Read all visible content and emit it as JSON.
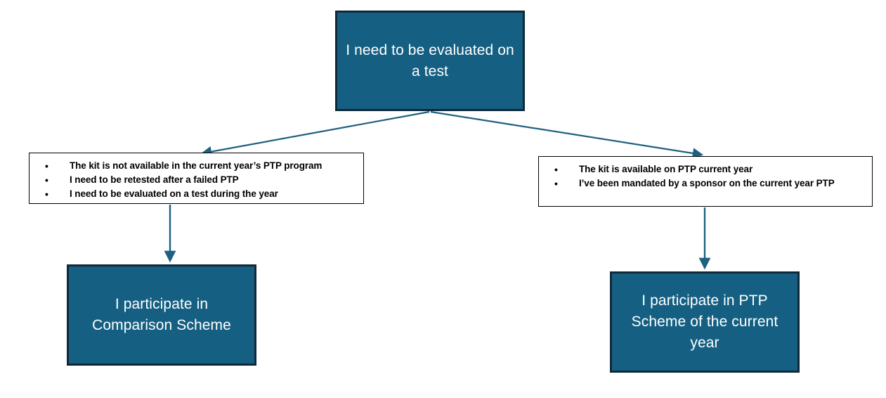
{
  "diagram": {
    "title": "PTP participation decision flow",
    "colors": {
      "node_fill": "#156082",
      "node_border": "#10293a",
      "node_text": "#ffffff",
      "list_border": "#000000",
      "list_text": "#000000",
      "arrow": "#1f6080",
      "background": "#ffffff"
    },
    "nodes": {
      "root": {
        "label": "I need to be evaluated on a test"
      },
      "left_conditions": {
        "bullet_glyph": "•",
        "items": [
          "The kit is not available in the current year’s PTP program",
          "I need to be retested after a failed PTP",
          "I need to be evaluated on a test during the year"
        ]
      },
      "right_conditions": {
        "bullet_glyph": "•",
        "items": [
          "The kit is available on PTP current year",
          "I’ve been mandated by a sponsor on the current year PTP"
        ]
      },
      "left_outcome": {
        "label": "I participate in Comparison Scheme"
      },
      "right_outcome": {
        "label": "I participate in PTP Scheme of the current year"
      }
    },
    "edges": [
      {
        "name": "root-to-left-conditions",
        "from": "root",
        "to": "left_conditions",
        "style": "diagonal-arrow"
      },
      {
        "name": "root-to-right-conditions",
        "from": "root",
        "to": "right_conditions",
        "style": "diagonal-arrow"
      },
      {
        "name": "left-conditions-to-left-outcome",
        "from": "left_conditions",
        "to": "left_outcome",
        "style": "vertical-arrow"
      },
      {
        "name": "right-conditions-to-right-outcome",
        "from": "right_conditions",
        "to": "right_outcome",
        "style": "vertical-arrow"
      }
    ]
  }
}
